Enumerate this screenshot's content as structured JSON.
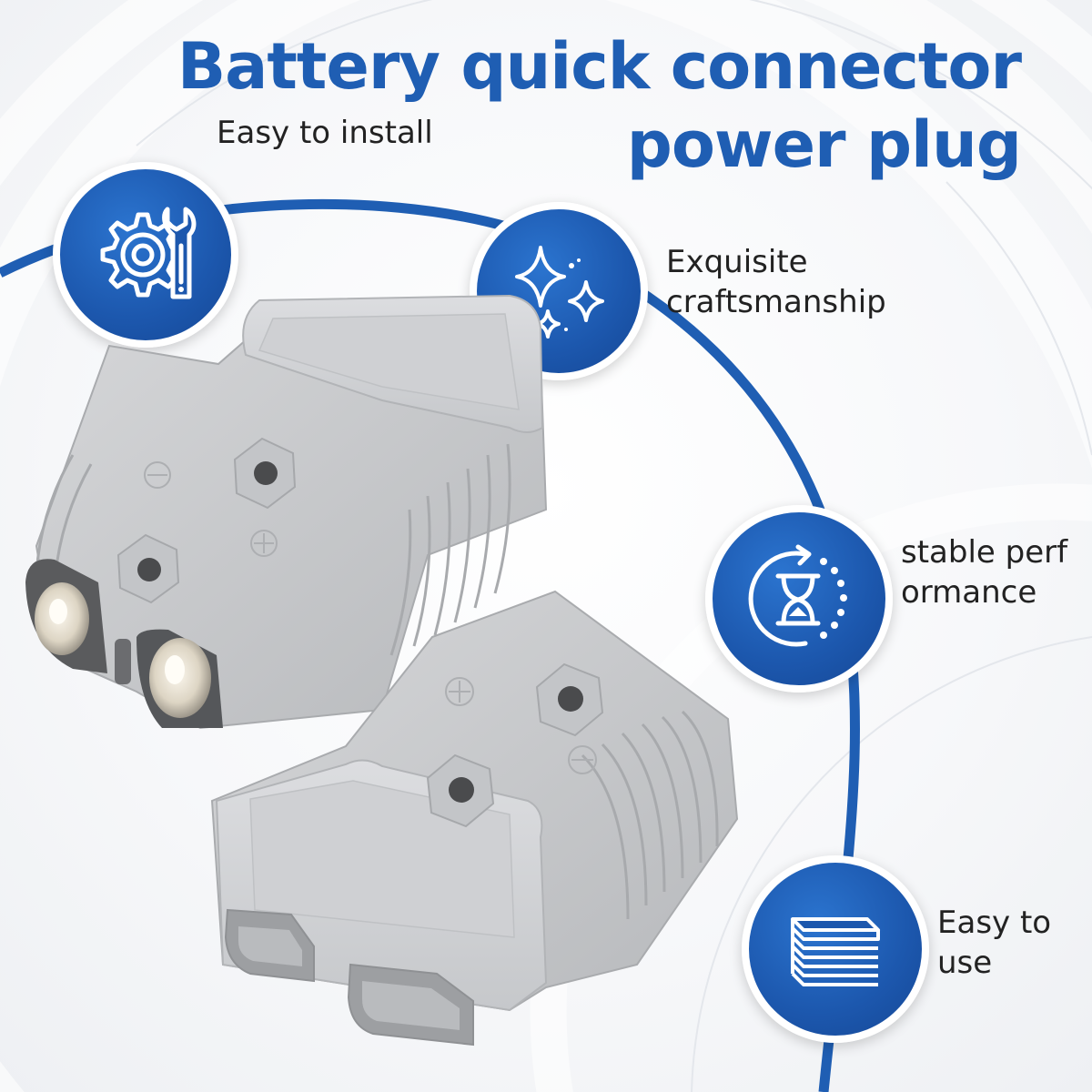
{
  "title": {
    "line1": "Battery quick connector",
    "line2": "power plug"
  },
  "features": {
    "easy_install": "Easy to install",
    "exquisite": "Exquisite craftsmanship",
    "stable": "stable performance",
    "easy_use": "Easy to use"
  },
  "icons": {
    "install": "gear-wrench-icon",
    "craft": "sparkles-icon",
    "stable": "hourglass-refresh-icon",
    "use": "stacked-layers-icon"
  },
  "colors": {
    "brand_blue": "#1f5eb3",
    "badge_blue": "#1c57ad",
    "connector_gray": "#c8c9cb"
  }
}
